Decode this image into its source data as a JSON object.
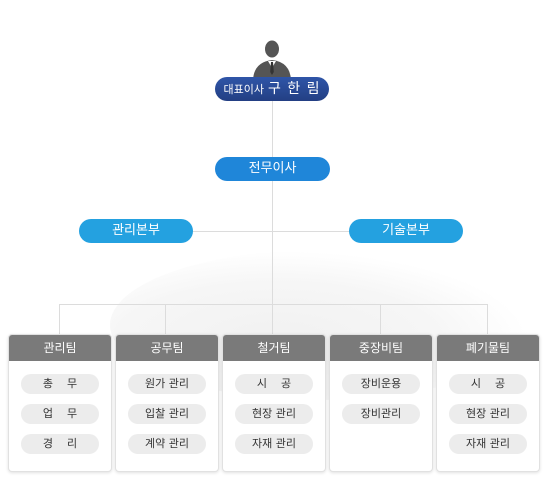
{
  "org": {
    "ceo": {
      "title": "대표이사",
      "name": "구 한 림"
    },
    "executive": "전무이사",
    "divisions": [
      "관리본부",
      "기술본부"
    ],
    "teams": [
      {
        "name": "관리팀",
        "items": [
          "총    무",
          "업    무",
          "경    리"
        ]
      },
      {
        "name": "공무팀",
        "items": [
          "원가 관리",
          "입찰 관리",
          "계약 관리"
        ]
      },
      {
        "name": "철거팀",
        "items": [
          "시    공",
          "현장 관리",
          "자재 관리"
        ]
      },
      {
        "name": "중장비팀",
        "items": [
          "장비운용",
          "장비관리"
        ]
      },
      {
        "name": "폐기물팀",
        "items": [
          "시    공",
          "현장 관리",
          "자재 관리"
        ]
      }
    ]
  },
  "colors": {
    "ceo_pill": "#233f83",
    "exec_pill": "#1f86d9",
    "division_pill": "#24a1e0",
    "team_header": "#7a7a7a",
    "connector": "#dcdcdc"
  },
  "icons": {
    "ceo_avatar": "person-silhouette-icon"
  }
}
